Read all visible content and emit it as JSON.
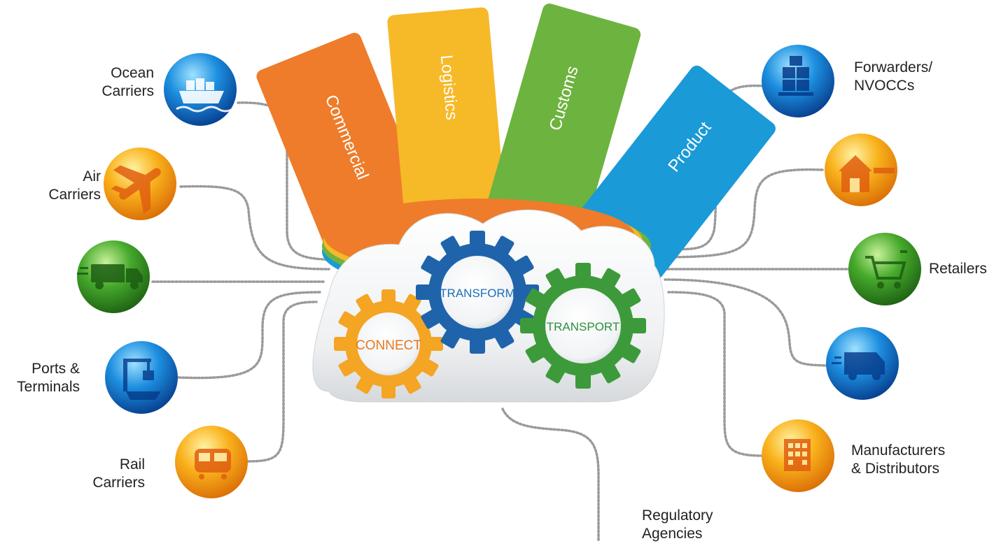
{
  "categories": {
    "commercial": "Commercial",
    "logistics": "Logistics",
    "customs": "Customs",
    "product": "Product"
  },
  "gears": {
    "connect": "CONNECT",
    "transform": "TRANSFORM",
    "transport": "TRANSPORT"
  },
  "nodes": {
    "ocean_carriers": {
      "line1": "Ocean",
      "line2": "Carriers",
      "icon": "cargo-ship-icon"
    },
    "air_carriers": {
      "line1": "Air",
      "line2": "Carriers",
      "icon": "airplane-icon"
    },
    "trucking": {
      "icon": "delivery-truck-icon"
    },
    "ports_terminals": {
      "line1": "Ports &",
      "line2": "Terminals",
      "icon": "port-crane-icon"
    },
    "rail_carriers": {
      "line1": "Rail",
      "line2": "Carriers",
      "icon": "train-icon"
    },
    "forwarders": {
      "line1": "Forwarders/",
      "line2": "NVOCCs",
      "icon": "pallet-boxes-icon"
    },
    "warehouse": {
      "icon": "warehouse-icon"
    },
    "retailers": {
      "line1": "Retailers",
      "icon": "shopping-cart-icon"
    },
    "delivery": {
      "icon": "delivery-van-icon"
    },
    "manufacturers": {
      "line1": "Manufacturers",
      "line2": "& Distributors",
      "icon": "factory-icon"
    },
    "regulatory": {
      "line1": "Regulatory",
      "line2": "Agencies"
    }
  },
  "colors": {
    "orange": "#ee7c2a",
    "yellow": "#f6b928",
    "green": "#6db33f",
    "blue": "#1a9ad6",
    "connect_text": "#e9771f",
    "transform_text": "#1d6fb8",
    "transport_text": "#2c8f3a",
    "dotted_line": "#9a9a9a"
  }
}
